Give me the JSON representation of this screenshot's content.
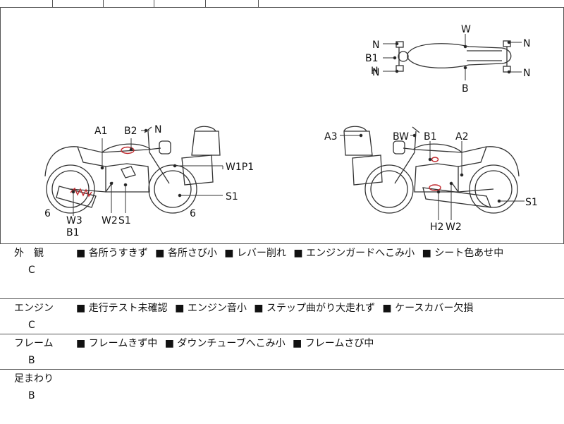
{
  "diagram": {
    "top_view": {
      "labels": [
        "N",
        "N",
        "N",
        "N",
        "B1",
        "H",
        "W",
        "B"
      ]
    },
    "left_view": {
      "labels": [
        "A1",
        "B2",
        "N",
        "W1P1",
        "S1",
        "6",
        "6",
        "W3",
        "B1",
        "W2",
        "S1"
      ]
    },
    "right_view": {
      "labels": [
        "A3",
        "BW",
        "B1",
        "A2",
        "S1",
        "H2",
        "W2"
      ]
    }
  },
  "sections": [
    {
      "category": "外　観",
      "grade": "C",
      "notes": [
        "各所うすきず",
        "各所さび小",
        "レバー削れ",
        "エンジンガードへこみ小",
        "シート色あせ中"
      ]
    },
    {
      "category": "エンジン",
      "grade": "C",
      "notes": [
        "走行テスト未確認",
        "エンジン音小",
        "ステップ曲がり大走れず",
        "ケースカバー欠損"
      ]
    },
    {
      "category": "フレーム",
      "grade": "B",
      "notes": [
        "フレームきず中",
        "ダウンチューブへこみ小",
        "フレームさび中"
      ]
    },
    {
      "category": "足まわり",
      "grade": "B",
      "notes": []
    }
  ],
  "colors": {
    "line": "#333333",
    "damage": "#c0282d"
  }
}
